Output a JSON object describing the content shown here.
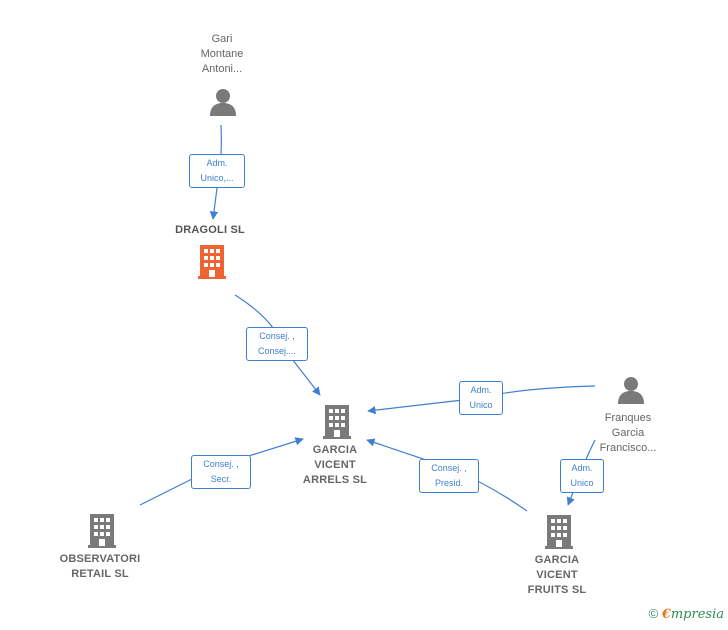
{
  "nodes": {
    "gari": {
      "lines": [
        "Gari",
        "Montane",
        "Antoni..."
      ],
      "icon": "person-icon"
    },
    "dragoli": {
      "lines": [
        "DRAGOLI  SL"
      ],
      "icon": "building-icon",
      "color": "#f06432"
    },
    "garcia_arrels": {
      "lines": [
        "GARCIA",
        "VICENT",
        "ARRELS  SL"
      ],
      "icon": "building-icon"
    },
    "franques": {
      "lines": [
        "Franques",
        "Garcia",
        "Francisco..."
      ],
      "icon": "person-icon"
    },
    "observatori": {
      "lines": [
        "OBSERVATORI",
        "RETAIL  SL"
      ],
      "icon": "building-icon"
    },
    "garcia_fruits": {
      "lines": [
        "GARCIA",
        "VICENT",
        "FRUITS SL"
      ],
      "icon": "building-icon"
    }
  },
  "edges": {
    "gari_dragoli": [
      "Adm.",
      "Unico,..."
    ],
    "dragoli_arrels": [
      "Consej. ,",
      "Consej...."
    ],
    "franques_arrels": [
      "Adm.",
      "Unico"
    ],
    "franques_fruits": [
      "Adm.",
      "Unico"
    ],
    "observatori_arrels": [
      "Consej. ,",
      "Secr."
    ],
    "fruits_arrels": [
      "Consej. ,",
      "Presid."
    ]
  },
  "colors": {
    "edge": "#3f7fd1",
    "icon_gray": "#7a7a7a",
    "focus_company": "#f06432"
  },
  "footer": {
    "copyright": "©",
    "brand_first": "€",
    "brand_rest": "mpresia"
  }
}
